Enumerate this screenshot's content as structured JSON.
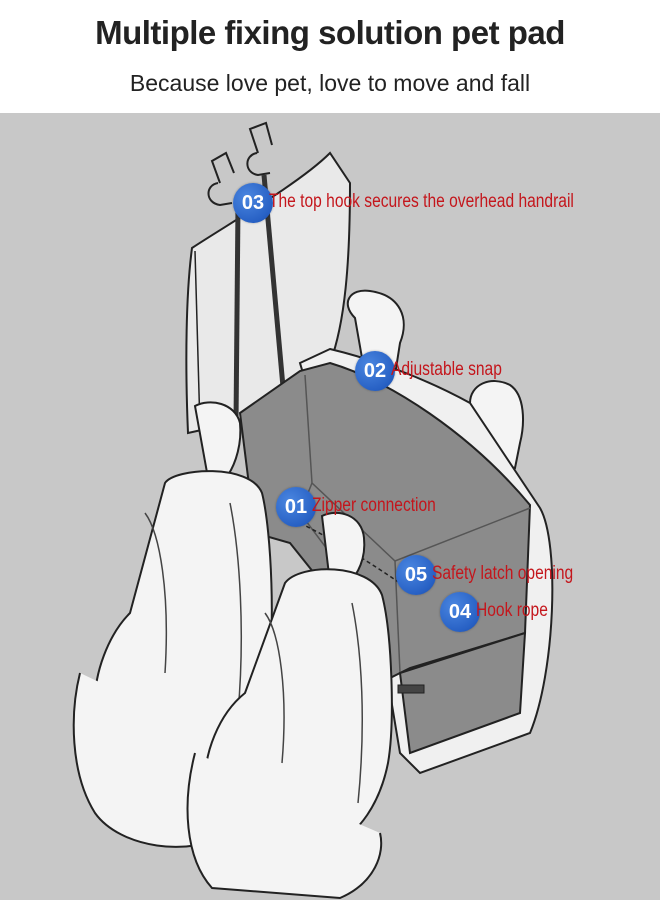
{
  "header": {
    "title": "Multiple fixing solution pet pad",
    "subtitle": "Because love pet, love to move and fall"
  },
  "colors": {
    "background": "#c8c8c8",
    "badge": "#2760c4",
    "label": "#c4161c",
    "seat": "#f4f4f4",
    "pad": "#888888"
  },
  "callouts": [
    {
      "number": "03",
      "text": "The top hook secures the overhead handrail"
    },
    {
      "number": "02",
      "text": "Adjustable snap"
    },
    {
      "number": "01",
      "text": "Zipper connection"
    },
    {
      "number": "05",
      "text": "Safety latch opening"
    },
    {
      "number": "04",
      "text": "Hook rope"
    }
  ]
}
